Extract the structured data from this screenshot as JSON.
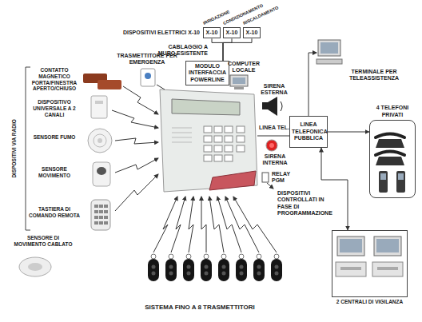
{
  "diagram": {
    "nodes": [
      {
        "text": [
          "X-10"
        ]
      },
      {
        "text": [
          "X-10"
        ]
      },
      {
        "text": [
          "X-10"
        ]
      },
      {
        "text": [
          "MODULO INTERFACCIA POWERLINE"
        ]
      },
      {
        "text": [
          "LINEA TELEFONICA PUBBLICA"
        ]
      },
      {
        "text": [
          "4 TELEFONI PRIVATI"
        ]
      },
      {
        "text": [
          "2 CENTRALI DI VIGILANZA"
        ]
      }
    ],
    "edges": [
      {
        "from": 0,
        "to": 3,
        "arrow": "none"
      },
      {
        "from": 1,
        "to": 3,
        "arrow": "none"
      },
      {
        "from": 2,
        "to": 3,
        "arrow": "none"
      },
      {
        "from": 4,
        "to": 5,
        "arrow": "to"
      },
      {
        "from": 4,
        "to": 6,
        "arrow": "both"
      }
    ],
    "labels": [
      "DISPOSITIVI ELETTRICI X-10",
      "IRRIGAZIONE",
      "CONDIZIONAMENTO",
      "RISCALDAMENTO",
      "CABLAGGIO A MURO ESISTENTE",
      "TRASMETTITORE PER EMERGENZA",
      "COMPUTER LOCALE",
      "SIRENA ESTERNA",
      "TERMINALE PER TELEASSISTENZA",
      "LINEA TEL.",
      "SIRENA INTERNA",
      "RELAY PGM",
      "DISPOSITIVI CONTROLLATI IN FASE DI PROGRAMMAZIONE",
      "DISPOSITIVI VIA RADIO",
      "CONTATTO MAGNETICO PORTA/FINESTRA APERTO/CHIUSO",
      "DISPOSITIVO UNIVERSALE A 2 CANALI",
      "SENSORE FUMO",
      "SENSORE MOVIMENTO",
      "TASTIERA DI COMANDO REMOTA",
      "SENSORE DI MOVIMENTO CABLATO",
      "SISTEMA FINO A 8 TRASMETTITORI"
    ]
  }
}
